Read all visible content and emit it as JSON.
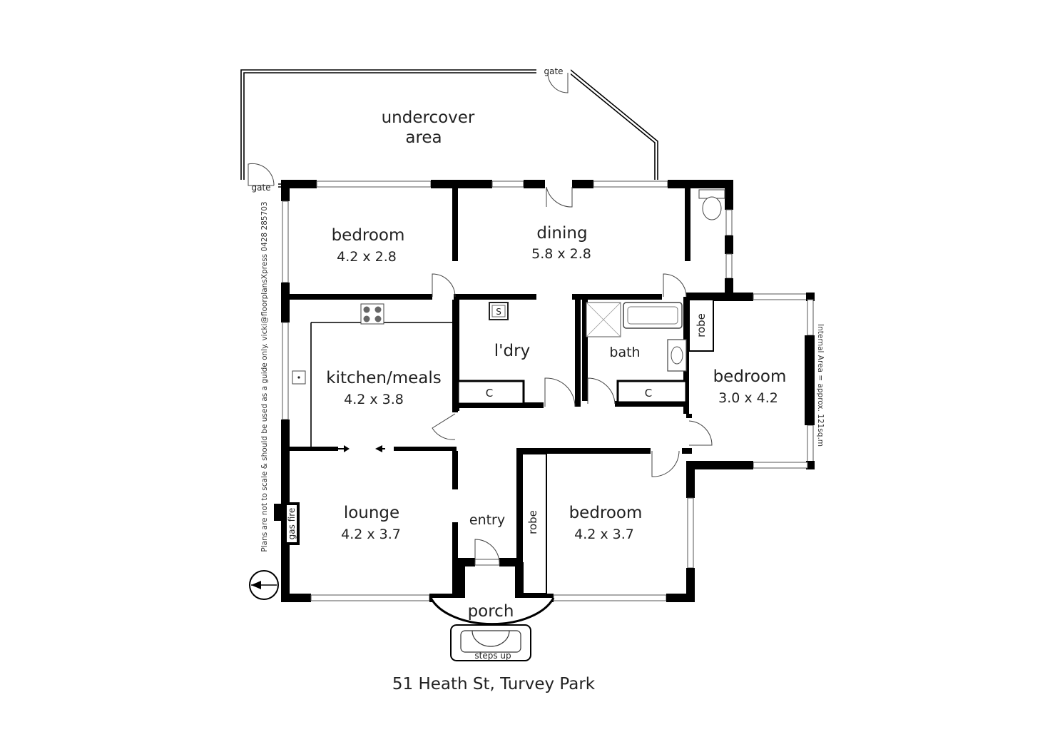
{
  "address": "51 Heath St, Turvey Park",
  "disclaimer": "Plans are not to scale & should be used as a guide only. vicki@floorplansXpress 0428 285703",
  "internal_area": "Internal Area = approx. 121sq.m",
  "rooms": {
    "undercover_line1": "undercover",
    "undercover_line2": "area",
    "bedroom_nw": {
      "name": "bedroom",
      "size": "4.2 x 2.8"
    },
    "dining": {
      "name": "dining",
      "size": "5.8 x 2.8"
    },
    "kitchen": {
      "name": "kitchen/meals",
      "size": "4.2 x 3.8"
    },
    "laundry": {
      "name": "l'dry"
    },
    "bath": {
      "name": "bath"
    },
    "bedroom_e": {
      "name": "bedroom",
      "size": "3.0 x 4.2"
    },
    "lounge": {
      "name": "lounge",
      "size": "4.2 x 3.7"
    },
    "entry": {
      "name": "entry"
    },
    "bedroom_s": {
      "name": "bedroom",
      "size": "4.2 x 3.7"
    },
    "porch": {
      "name": "porch"
    }
  },
  "fixtures": {
    "gate_top": "gate",
    "gate_left": "gate",
    "sink_symbol": "S",
    "cupboard_laundry": "C",
    "cupboard_bath": "C",
    "robe_bath": "robe",
    "robe_bedroom": "robe",
    "gas_fire": "gas fire",
    "steps": "steps up"
  }
}
